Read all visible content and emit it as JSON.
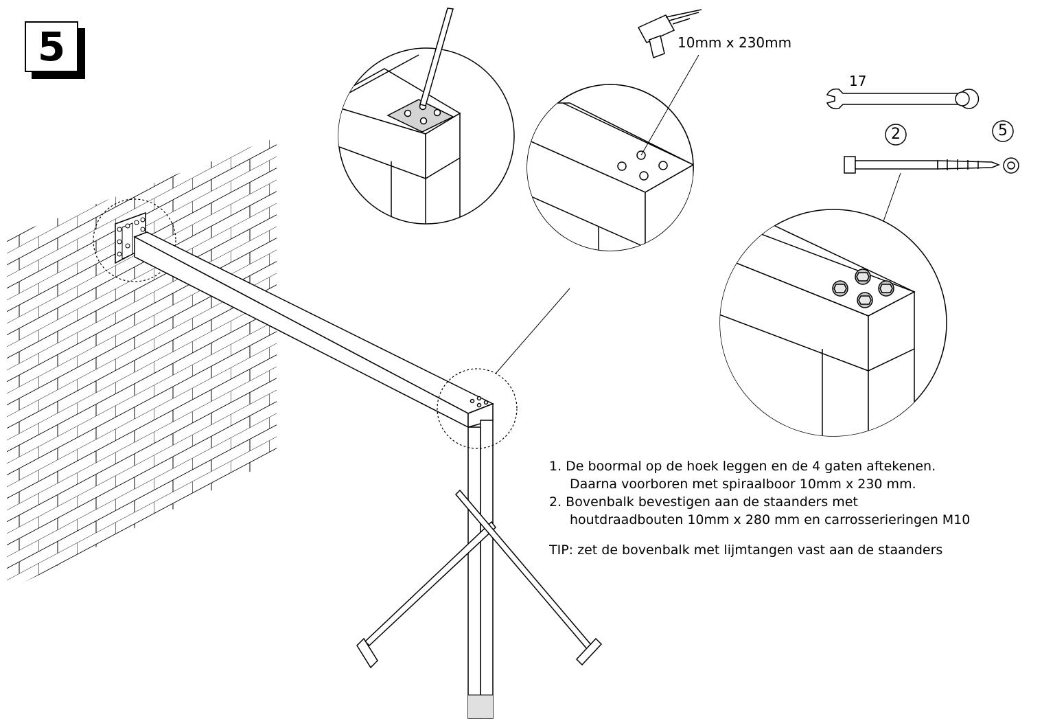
{
  "step": {
    "number": "5"
  },
  "labels": {
    "drill_bit": "10mm x 230mm",
    "wrench_size": "17",
    "part_bolt": "2",
    "part_ring": "5"
  },
  "instructions": {
    "line1": "1. De boormal op de hoek leggen en de 4 gaten aftekenen.",
    "line2": "Daarna voorboren met spiraalboor 10mm x 230 mm.",
    "line3": "2. Bovenbalk bevestigen aan de staanders met",
    "line4": "houtdraadbouten 10mm x 280 mm en carrosserieringen M10"
  },
  "tip": "TIP: zet de bovenbalk met lijmtangen vast aan de staanders",
  "colors": {
    "line": "#000000",
    "template_plate": "#d4d4d4",
    "bolt": "#c8c8c8",
    "post_foot": "#e0e0e0"
  }
}
